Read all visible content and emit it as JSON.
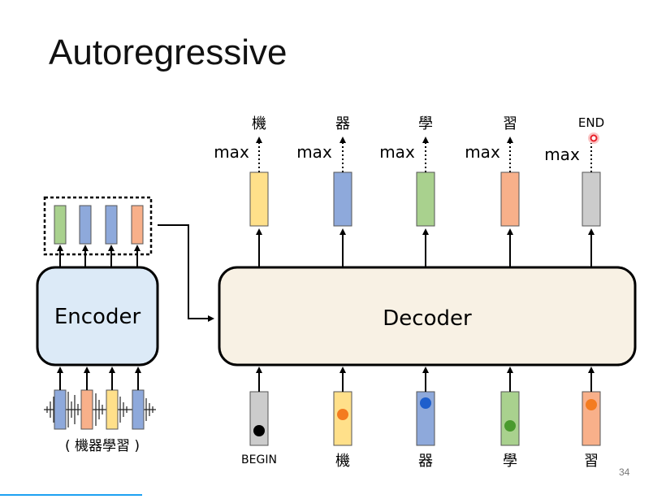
{
  "slide": {
    "title": "Autoregressive",
    "page_number": "34"
  },
  "encoder": {
    "label": "Encoder",
    "input_caption": "( 機器學習 )"
  },
  "decoder": {
    "label": "Decoder",
    "max_label": "max",
    "outputs": [
      "機",
      "器",
      "學",
      "習",
      "END"
    ],
    "inputs": [
      "BEGIN",
      "機",
      "器",
      "學",
      "習"
    ]
  },
  "colors": {
    "yellow": "#ffe08a",
    "blue": "#8ea9db",
    "green": "#a9d18e",
    "orange": "#f8b08a",
    "gray": "#cccccc",
    "encoder_fill": "#dceaf7",
    "decoder_fill": "#f8f1e4",
    "dot_orange": "#f47c20",
    "dot_blue": "#1f5fcc",
    "dot_green": "#4a9a2e",
    "dot_black": "#000000",
    "pointer_red": "#e8202a"
  }
}
